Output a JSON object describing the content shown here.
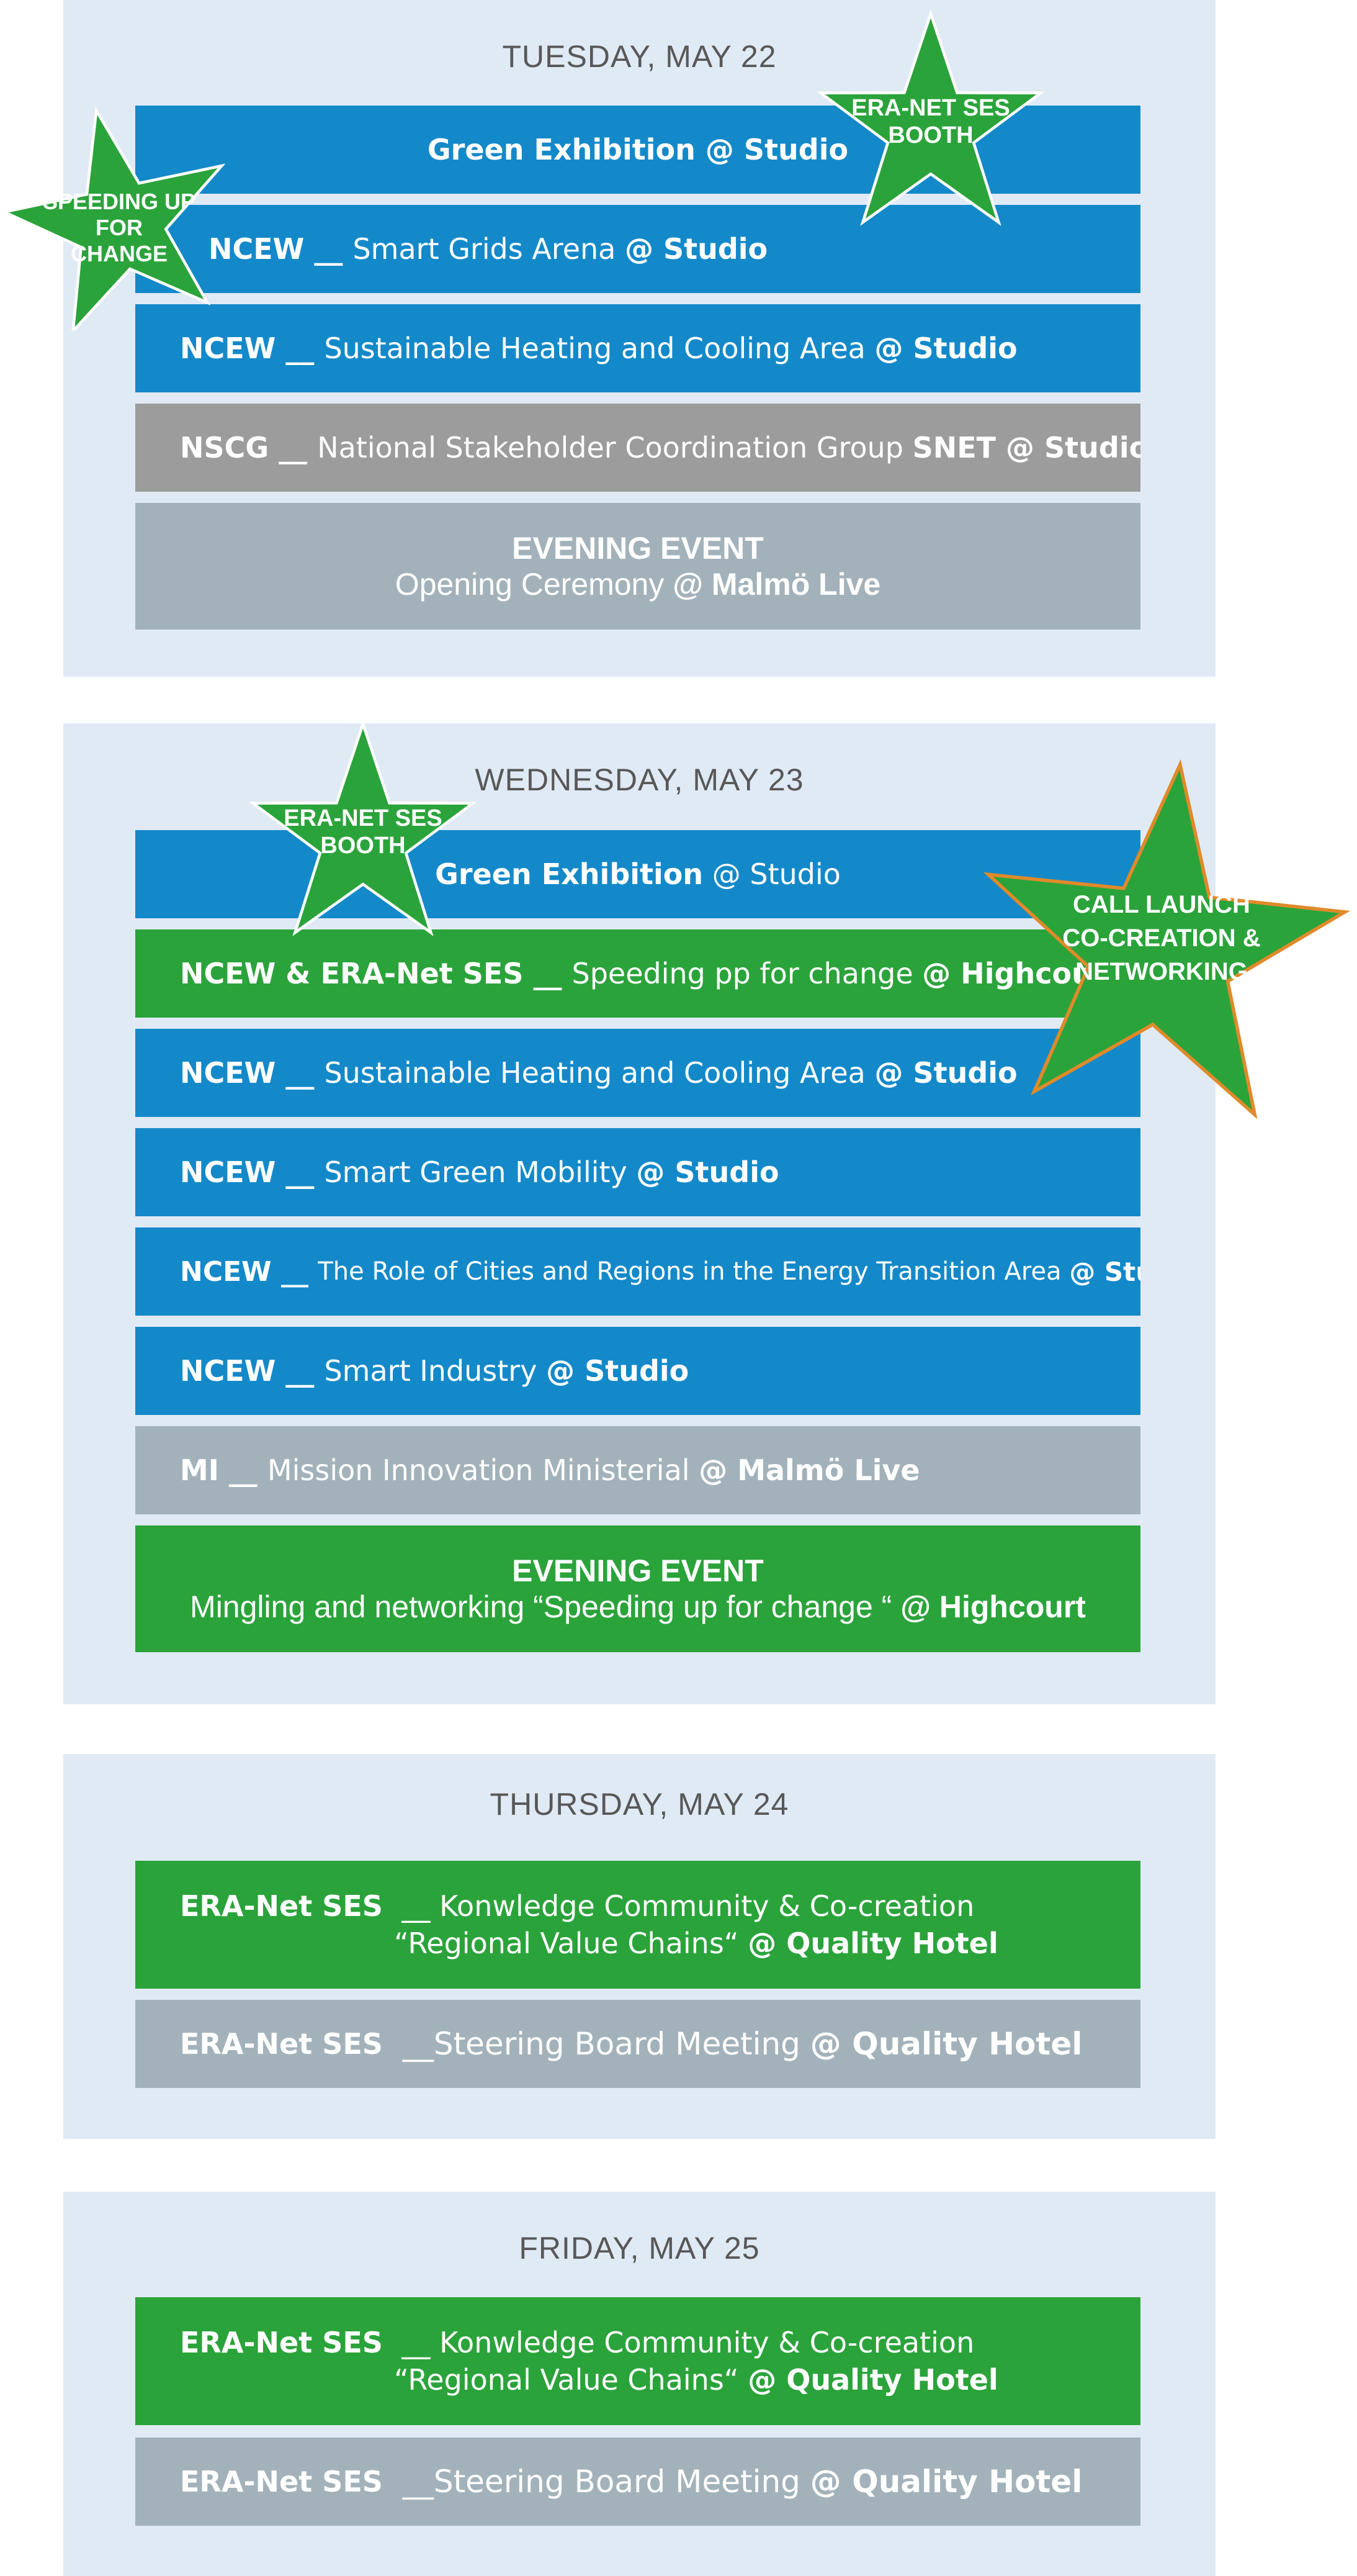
{
  "days": [
    {
      "title": "TUESDAY, MAY 22",
      "items": [
        {
          "pre": "",
          "mid": "Green Exhibition ",
          "bold": "@ Studio"
        },
        {
          "pre": "NCEW __ ",
          "mid": "Smart Grids Arena ",
          "bold": "@ Studio"
        },
        {
          "pre": "NCEW __ ",
          "mid": "Sustainable Heating and Cooling Area ",
          "bold": "@ Studio"
        },
        {
          "pre": "NSCG __ ",
          "mid": "National Stakeholder Coordination Group ",
          "bold": "SNET @ Studio"
        }
      ],
      "evening": {
        "heading": "EVENING EVENT",
        "mid": "Opening Ceremony ",
        "bold": "@ Malmö Live"
      }
    },
    {
      "title": "WEDNESDAY, MAY 23",
      "items": [
        {
          "pre": "",
          "mid": "Green Exhibition",
          "bold": "",
          "tail": " @ Studio"
        },
        {
          "pre": "NCEW & ERA-Net SES __ ",
          "mid": "Speeding pp for change ",
          "bold": "@ Highcourt"
        },
        {
          "pre": "NCEW __ ",
          "mid": "Sustainable Heating and Cooling Area ",
          "bold": "@ Studio"
        },
        {
          "pre": "NCEW __ ",
          "mid": "Smart Green Mobility ",
          "bold": "@ Studio"
        },
        {
          "pre": "NCEW __ ",
          "mid": "The Role of Cities and Regions in the Energy Transition Area ",
          "bold": "@ Studio"
        },
        {
          "pre": "NCEW __ ",
          "mid": "Smart Industry ",
          "bold": "@ Studio"
        },
        {
          "pre": "MI __ ",
          "mid": "Mission Innovation Ministerial ",
          "bold": "@ Malmö Live"
        }
      ],
      "evening": {
        "heading": "EVENING EVENT",
        "mid": "Mingling and networking “Speeding up for change “ ",
        "bold": "@ Highcourt"
      }
    },
    {
      "title": "THURSDAY, MAY 24",
      "items": [
        {
          "pre": "ERA-Net SES ",
          "mid": " __ Konwledge Community & Co-creation",
          "line2": "“Regional Value Chains“ ",
          "bold": "@ Quality Hotel"
        },
        {
          "pre": "ERA-Net SES ",
          "mid": " __Steering Board Meeting ",
          "bold": "@ Quality Hotel"
        }
      ]
    },
    {
      "title": "FRIDAY, MAY 25",
      "items": [
        {
          "pre": "ERA-Net SES ",
          "mid": " __ Konwledge Community & Co-creation",
          "line2": "“Regional Value Chains“ ",
          "bold": "@ Quality Hotel"
        },
        {
          "pre": "ERA-Net SES ",
          "mid": " __Steering Board Meeting ",
          "bold": "@ Quality Hotel"
        }
      ]
    }
  ],
  "stars": {
    "booth_1": {
      "line1": "ERA-NET SES",
      "line2": "BOOTH"
    },
    "speeding": {
      "line1": "SPEEDING UP",
      "line2": "FOR",
      "line3": "CHANGE"
    },
    "booth_2": {
      "line1": "ERA-NET SES",
      "line2": "BOOTH"
    },
    "call": {
      "line1": "CALL LAUNCH",
      "line2": "CO-CREATION &",
      "line3": "NETWORKING"
    }
  },
  "colors": {
    "panel": "#e0eaf5",
    "blue": "#1489c9",
    "green": "#2ba33b",
    "gray": "#9c9c9c",
    "slate": "#a3b2ba",
    "star_outline": "#e08a2a"
  }
}
